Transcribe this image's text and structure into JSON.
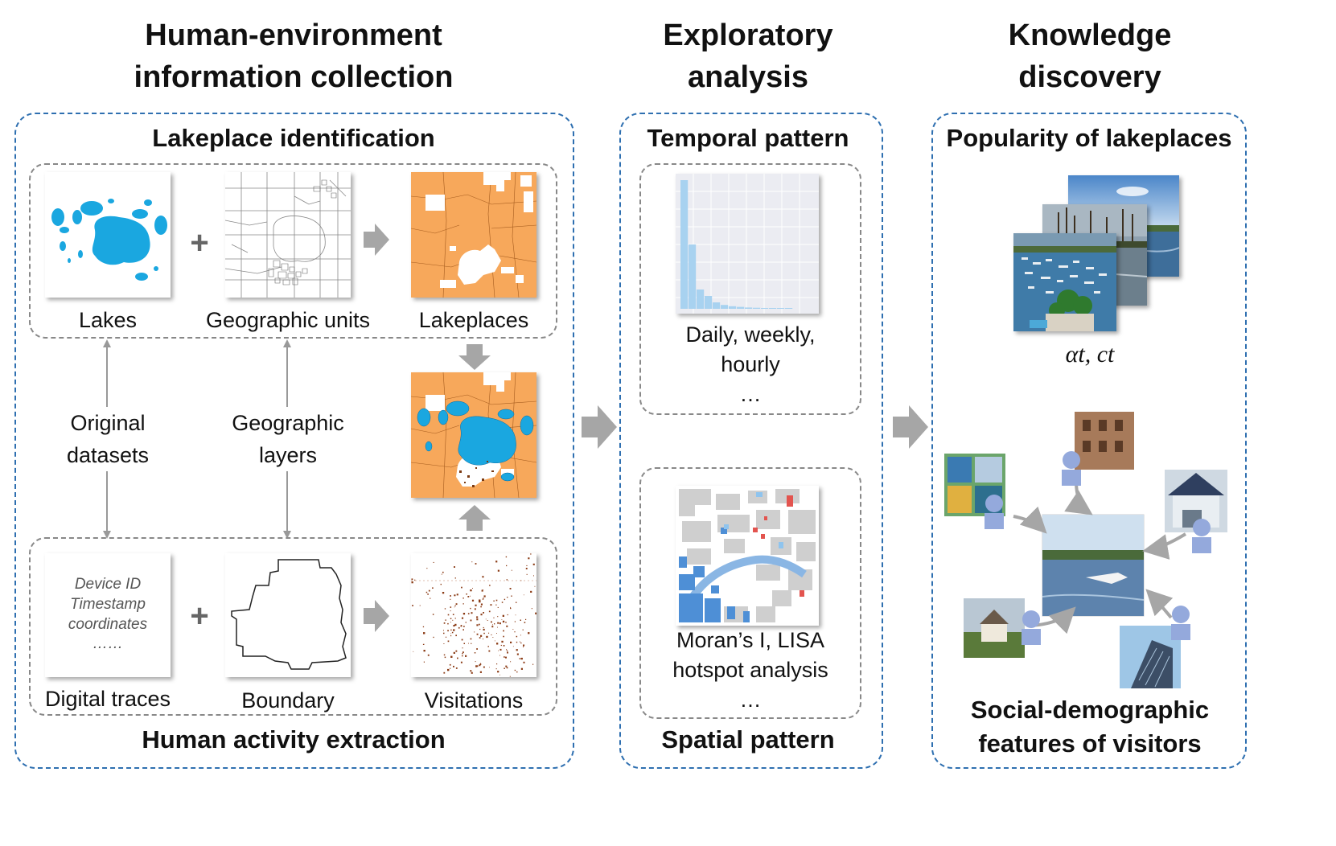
{
  "columns": {
    "collection": {
      "title_line1": "Human-environment",
      "title_line2": "information collection"
    },
    "analysis": {
      "title_line1": "Exploratory",
      "title_line2": "analysis"
    },
    "discovery": {
      "title_line1": "Knowledge",
      "title_line2": "discovery"
    }
  },
  "collection": {
    "top_section_title": "Lakeplace identification",
    "bottom_section_title": "Human activity extraction",
    "lakes_label": "Lakes",
    "units_label": "Geographic units",
    "lakeplaces_label": "Lakeplaces",
    "original_line1": "Original",
    "original_line2": "datasets",
    "layers_line1": "Geographic",
    "layers_line2": "layers",
    "traces_label": "Digital traces",
    "boundary_label": "Boundary",
    "visitations_label": "Visitations",
    "trace_fields": [
      "Device ID",
      "Timestamp",
      "coordinates",
      "……"
    ],
    "plus_symbol": "+"
  },
  "analysis": {
    "temporal_title": "Temporal pattern",
    "temporal_line1": "Daily, weekly,",
    "temporal_line2": "hourly",
    "temporal_ellipsis": "…",
    "histogram_values": [
      100,
      50,
      15,
      10,
      5,
      3,
      2,
      1.5,
      1,
      0.8,
      0.5,
      0.4,
      0.3,
      0.2
    ],
    "spatial_line1": "Moran’s I, LISA",
    "spatial_line2": "hotspot analysis",
    "spatial_ellipsis": "…",
    "spatial_title": "Spatial pattern"
  },
  "discovery": {
    "popularity_title": "Popularity of lakeplaces",
    "formula": "αt, ct",
    "social_line1": "Social-demographic",
    "social_line2": "features of visitors"
  },
  "colors": {
    "blue_border": "#2e6fb0",
    "lake_blue": "#1aa7e0",
    "parcel_orange": "#f7a85b",
    "arrow_grey": "#a6a6a6",
    "visitor_blue": "#94a9dc",
    "hist_blue": "#a8d2f0"
  }
}
